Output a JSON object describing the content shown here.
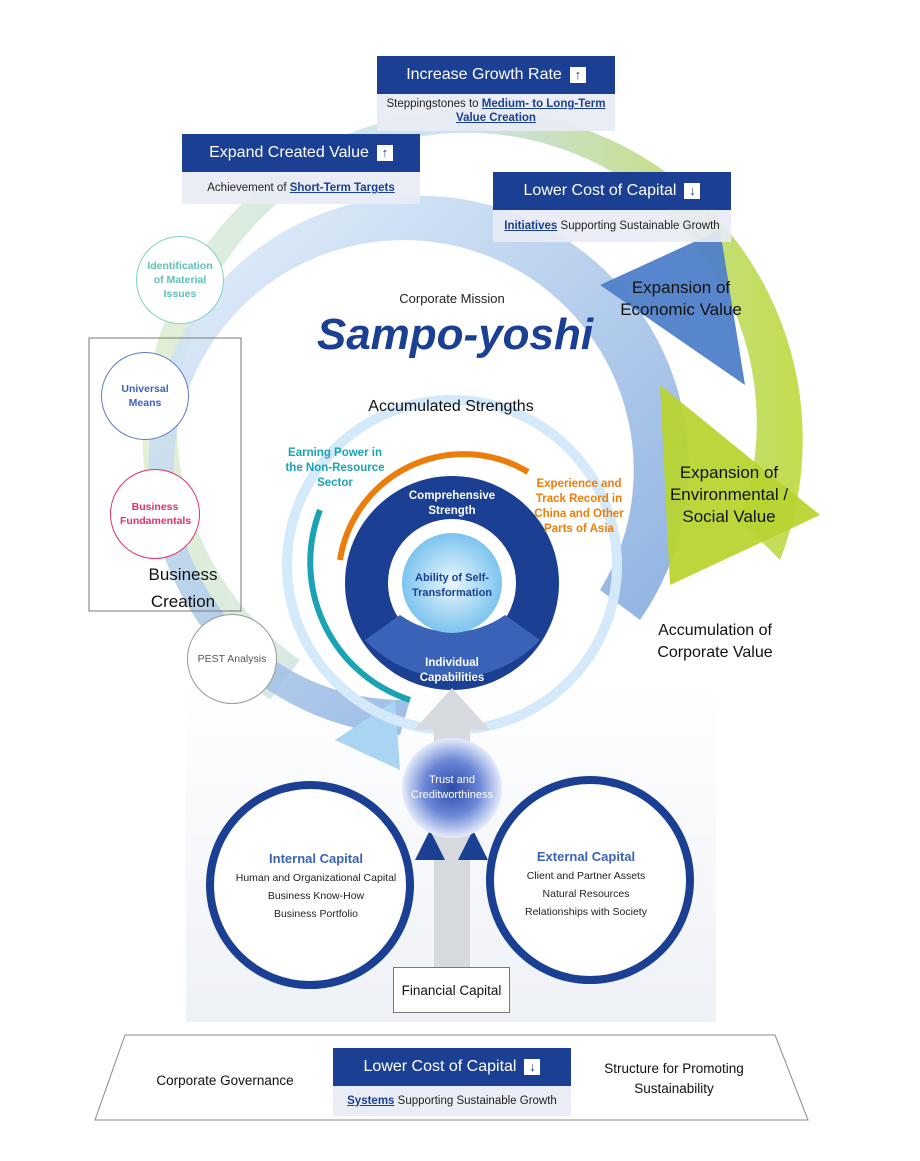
{
  "boxes": {
    "increase_growth": {
      "title": "Increase Growth Rate",
      "sub_pre": "Steppingstones to ",
      "sub_link": "Medium- to Long-Term Value Creation"
    },
    "expand_value": {
      "title": "Expand Created Value",
      "sub_pre": "Achievement of ",
      "sub_link": "Short-Term Targets"
    },
    "lower_cost_top": {
      "title": "Lower Cost of Capital",
      "sub_link": "Initiatives",
      "sub_post": " Supporting Sustainable Growth"
    },
    "lower_cost_bottom": {
      "title": "Lower Cost of Capital",
      "sub_link": "Systems",
      "sub_post": " Supporting Sustainable Growth"
    }
  },
  "arrow_icons": {
    "up": "arrow-up-icon",
    "down": "arrow-down-icon"
  },
  "side_circles": {
    "identification": "Identification of Material Issues",
    "universal": "Universal Means",
    "fundamentals": "Business Fundamentals",
    "pest": "PEST Analysis"
  },
  "business_creation": "Business Creation",
  "mission": {
    "label": "Corporate Mission",
    "title": "Sampo-yoshi"
  },
  "strengths": {
    "title": "Accumulated Strengths",
    "earning_power": "Earning Power in the Non-Resource Sector",
    "experience": "Experience and Track Record in China and Other Parts of Asia",
    "comprehensive": "Comprehensive Strength",
    "ability": "Ability of Self-Transformation",
    "individual": "Individual Capabilities"
  },
  "values": {
    "economic": "Expansion of Economic Value",
    "environmental": "Expansion of Environmental / Social Value",
    "corporate": "Accumulation of Corporate Value"
  },
  "trust": "Trust and Creditworthiness",
  "internal": {
    "title": "Internal Capital",
    "items": [
      "Human and Organizational Capital",
      "Business Know-How",
      "Business Portfolio"
    ]
  },
  "external": {
    "title": "External Capital",
    "items": [
      "Client and Partner Assets",
      "Natural Resources",
      "Relationships with Society"
    ]
  },
  "financial": "Financial Capital",
  "base": {
    "governance": "Corporate Governance",
    "sustainability": "Structure for Promoting Sustainability"
  },
  "colors": {
    "navy": "#1a3f93",
    "lightblue": "#a9d4f2",
    "green": "#b8d432",
    "orange": "#ec7d0a",
    "teal": "#1aa3b5",
    "pink": "#e0306a"
  }
}
